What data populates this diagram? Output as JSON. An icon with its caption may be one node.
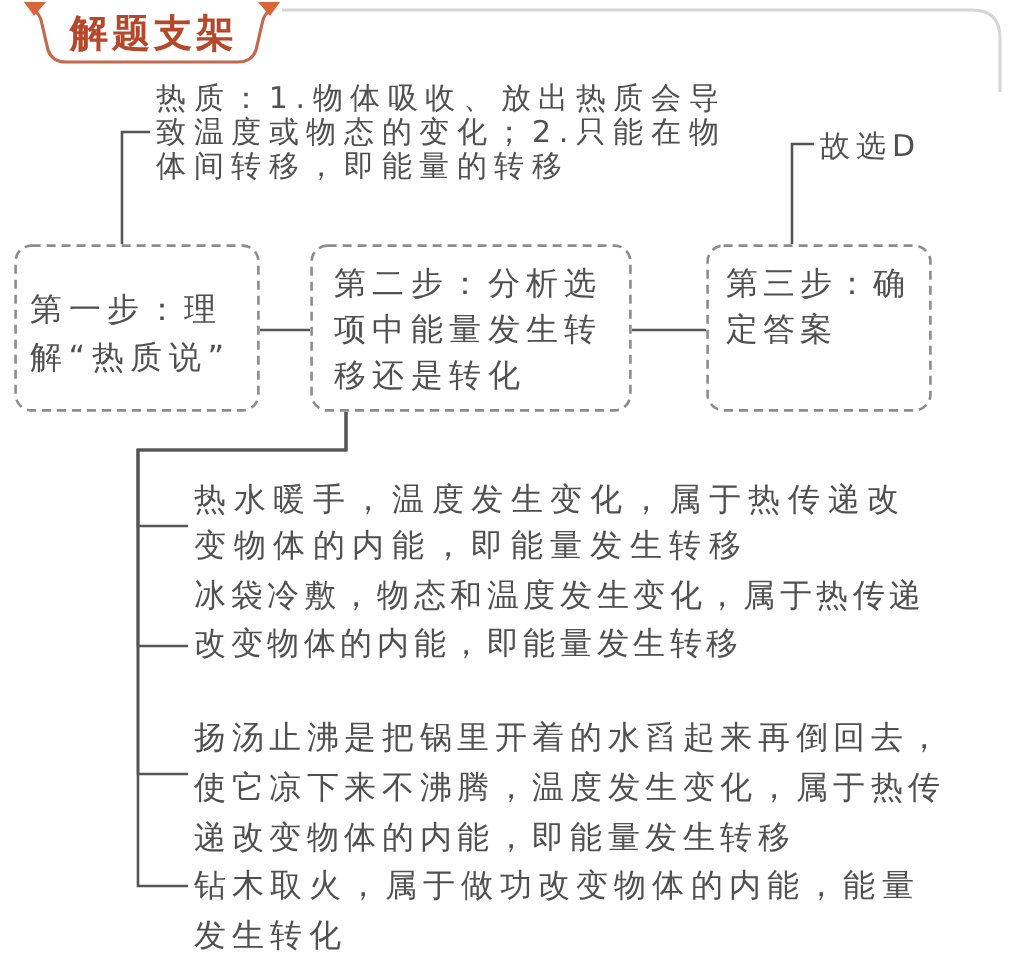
{
  "diagram": {
    "title": "解题支架",
    "nodes": [
      {
        "text": [
          "热质：1.物体吸收、放出热质会导致温度或物态的变化；2.只能在物体间转移，即能量的转移"
        ]
      },
      {
        "text": [
          "故选D"
        ]
      },
      {
        "text": [
          "第一步：理解“热质说”"
        ]
      },
      {
        "text": [
          "第二步：分析选项中能量发生转移还是转化"
        ]
      },
      {
        "text": [
          "第三步：确定答案"
        ]
      },
      {
        "text": [
          "热水暖手，温度发生变化，属于热传递改变物体的内能，即能量发生转移"
        ]
      },
      {
        "text": [
          "冰袋冷敷，物态和温度发生变化，属于热传递改变物体的内能，即能量发生转移"
        ]
      },
      {
        "text": [
          "扬汤止沸是把锅里开着的水舀起来再倒回去，使它凉下来不沸腾，温度发生变化，属于热传递改变物体的内能，即能量发生转移"
        ]
      },
      {
        "text": [
          "钻木取火，属于做功改变物体的内能，能量发生转化"
        ]
      }
    ],
    "edges": [
      {
        "from": 2,
        "to": 0,
        "arrow": "none"
      },
      {
        "from": 4,
        "to": 1,
        "arrow": "none"
      },
      {
        "from": 2,
        "to": 3,
        "arrow": "none"
      },
      {
        "from": 3,
        "to": 4,
        "arrow": "none"
      },
      {
        "from": 3,
        "to": 5,
        "arrow": "none"
      },
      {
        "from": 3,
        "to": 6,
        "arrow": "none"
      },
      {
        "from": 3,
        "to": 7,
        "arrow": "none"
      },
      {
        "from": 3,
        "to": 8,
        "arrow": "none"
      }
    ]
  }
}
